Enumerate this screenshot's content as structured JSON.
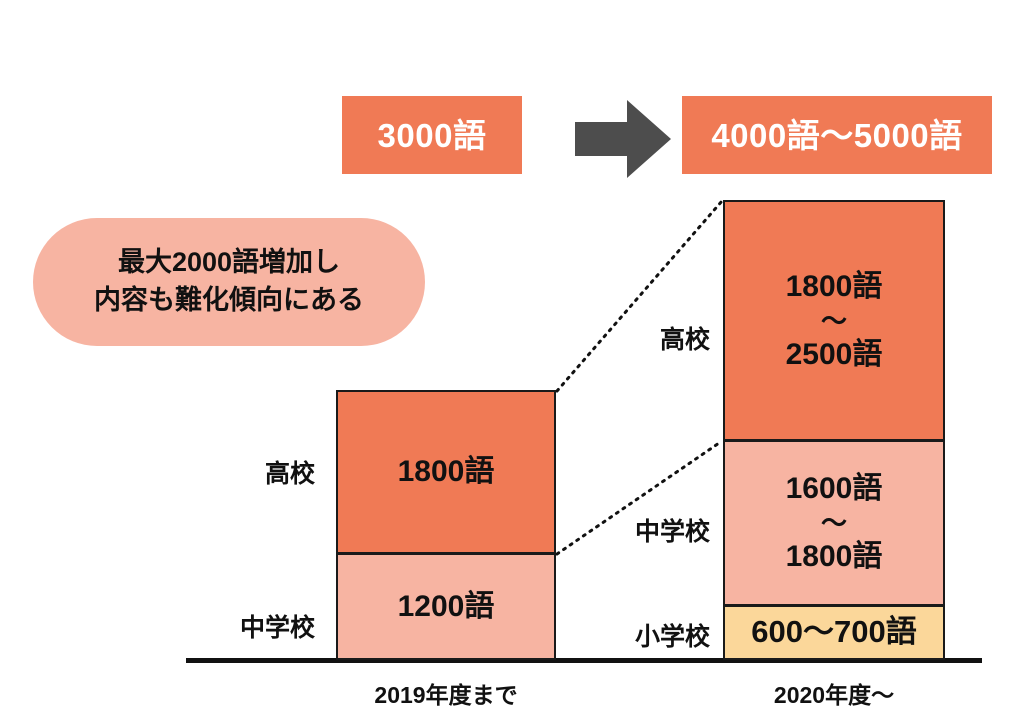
{
  "palette": {
    "orange": "#F07A55",
    "pink": "#F7B4A2",
    "yellow": "#FBD79A",
    "arrow_gray": "#4D4D4D",
    "outline": "#1A1A1A",
    "text": "#111111",
    "pill_text": "#FFFFFF",
    "background": "#FFFFFF"
  },
  "header": {
    "before_total_label": "3000語",
    "arrow_icon": "right-arrow-icon",
    "after_total_label": "4000語〜5000語"
  },
  "callout": {
    "line1": "最大2000語増加し",
    "line2": "内容も難化傾向にある"
  },
  "chart_data": {
    "type": "bar",
    "title": "",
    "subtitle": "",
    "xlabel": "",
    "ylabel": "",
    "stacked": true,
    "grid": false,
    "legend": "none",
    "categories": [
      "2019年度まで",
      "2020年度〜"
    ],
    "segment_order_bottom_to_top": [
      "小学校",
      "中学校",
      "高校"
    ],
    "bars": [
      {
        "category": "2019年度まで",
        "axis_label": "2019年度まで",
        "total_label": "3000語",
        "total_value": 3000,
        "segments": [
          {
            "key": "junior-high",
            "label": "中学校",
            "value_label": "1200語",
            "value_min": 1200,
            "value_max": 1200,
            "color": "#F7B4A2"
          },
          {
            "key": "high-school",
            "label": "高校",
            "value_label": "1800語",
            "value_min": 1800,
            "value_max": 1800,
            "color": "#F07A55"
          }
        ]
      },
      {
        "category": "2020年度〜",
        "axis_label": "2020年度〜",
        "total_label": "4000語〜5000語",
        "total_value_min": 4000,
        "total_value_max": 5000,
        "segments": [
          {
            "key": "elementary",
            "label": "小学校",
            "value_label": "600〜700語",
            "value_min": 600,
            "value_max": 700,
            "color": "#FBD79A"
          },
          {
            "key": "junior-high",
            "label": "中学校",
            "value_top": "1600語",
            "value_tilde": "〜",
            "value_bottom": "1800語",
            "value_min": 1600,
            "value_max": 1800,
            "color": "#F7B4A2"
          },
          {
            "key": "high-school",
            "label": "高校",
            "value_top": "1800語",
            "value_tilde": "〜",
            "value_bottom": "2500語",
            "value_min": 1800,
            "value_max": 2500,
            "color": "#F07A55"
          }
        ]
      }
    ]
  }
}
